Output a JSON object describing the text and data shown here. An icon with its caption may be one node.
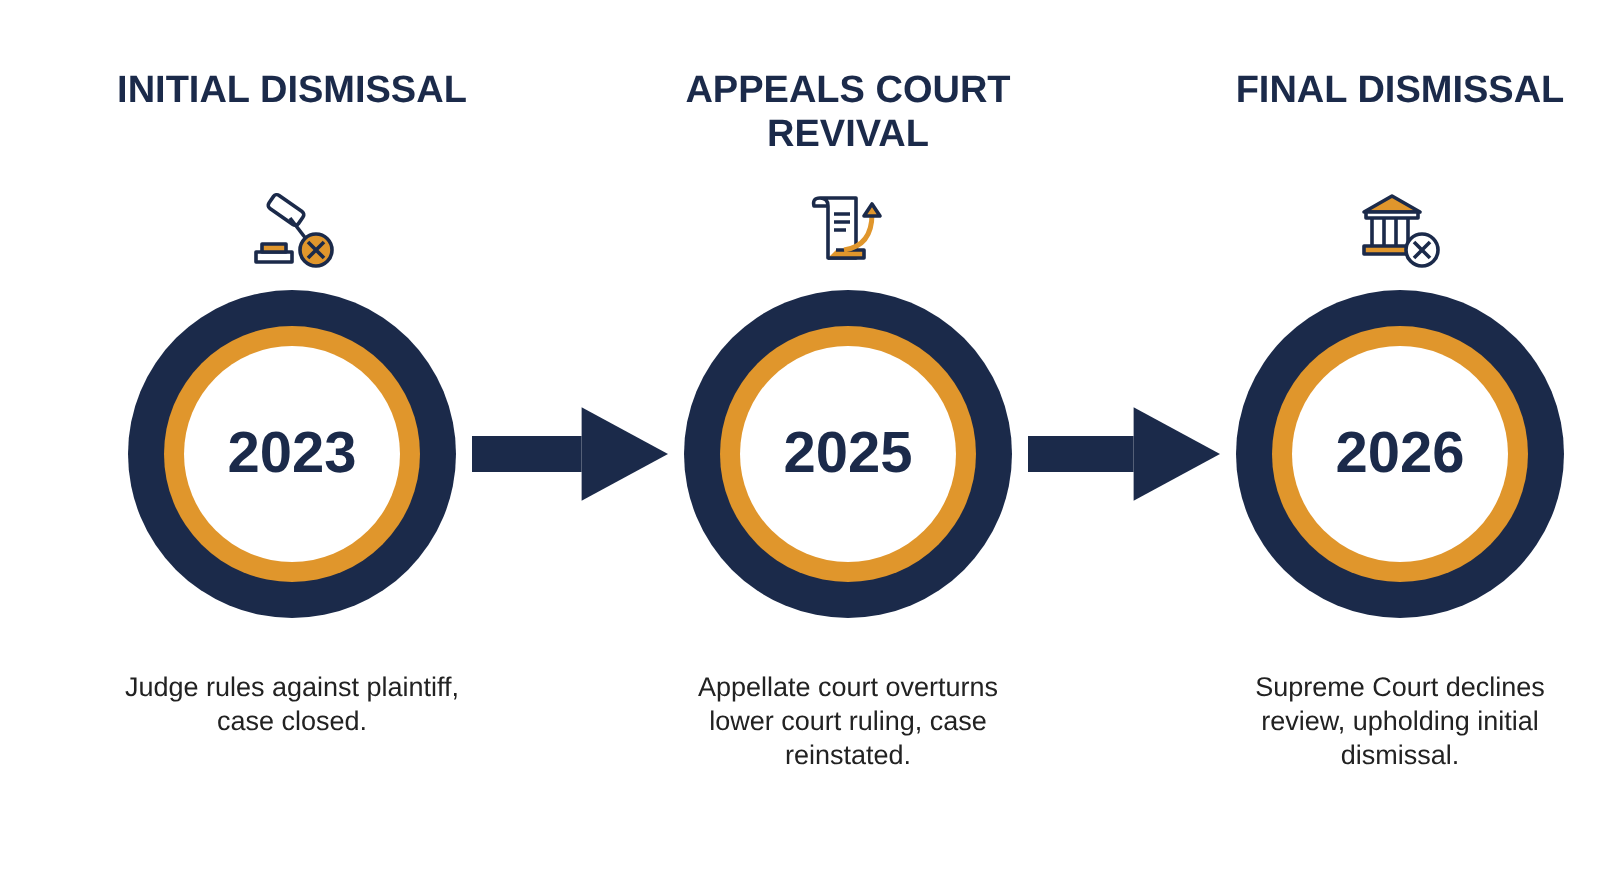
{
  "diagram": {
    "nodes": [
      {
        "text": [
          "INITIAL DISMISSAL",
          "2023"
        ],
        "beside": [
          "Judge rules against plaintiff, case closed."
        ]
      },
      {
        "text": [
          "APPEALS COURT REVIVAL",
          "2025"
        ],
        "beside": [
          "Appellate court overturns lower court ruling, case reinstated."
        ]
      },
      {
        "text": [
          "FINAL DISMISSAL",
          "2026"
        ],
        "beside": [
          "Supreme Court declines review, upholding initial dismissal."
        ]
      }
    ],
    "edges": [
      {
        "from": 0,
        "to": 1,
        "arrow": "to"
      },
      {
        "from": 1,
        "to": 2,
        "arrow": "to"
      }
    ]
  }
}
